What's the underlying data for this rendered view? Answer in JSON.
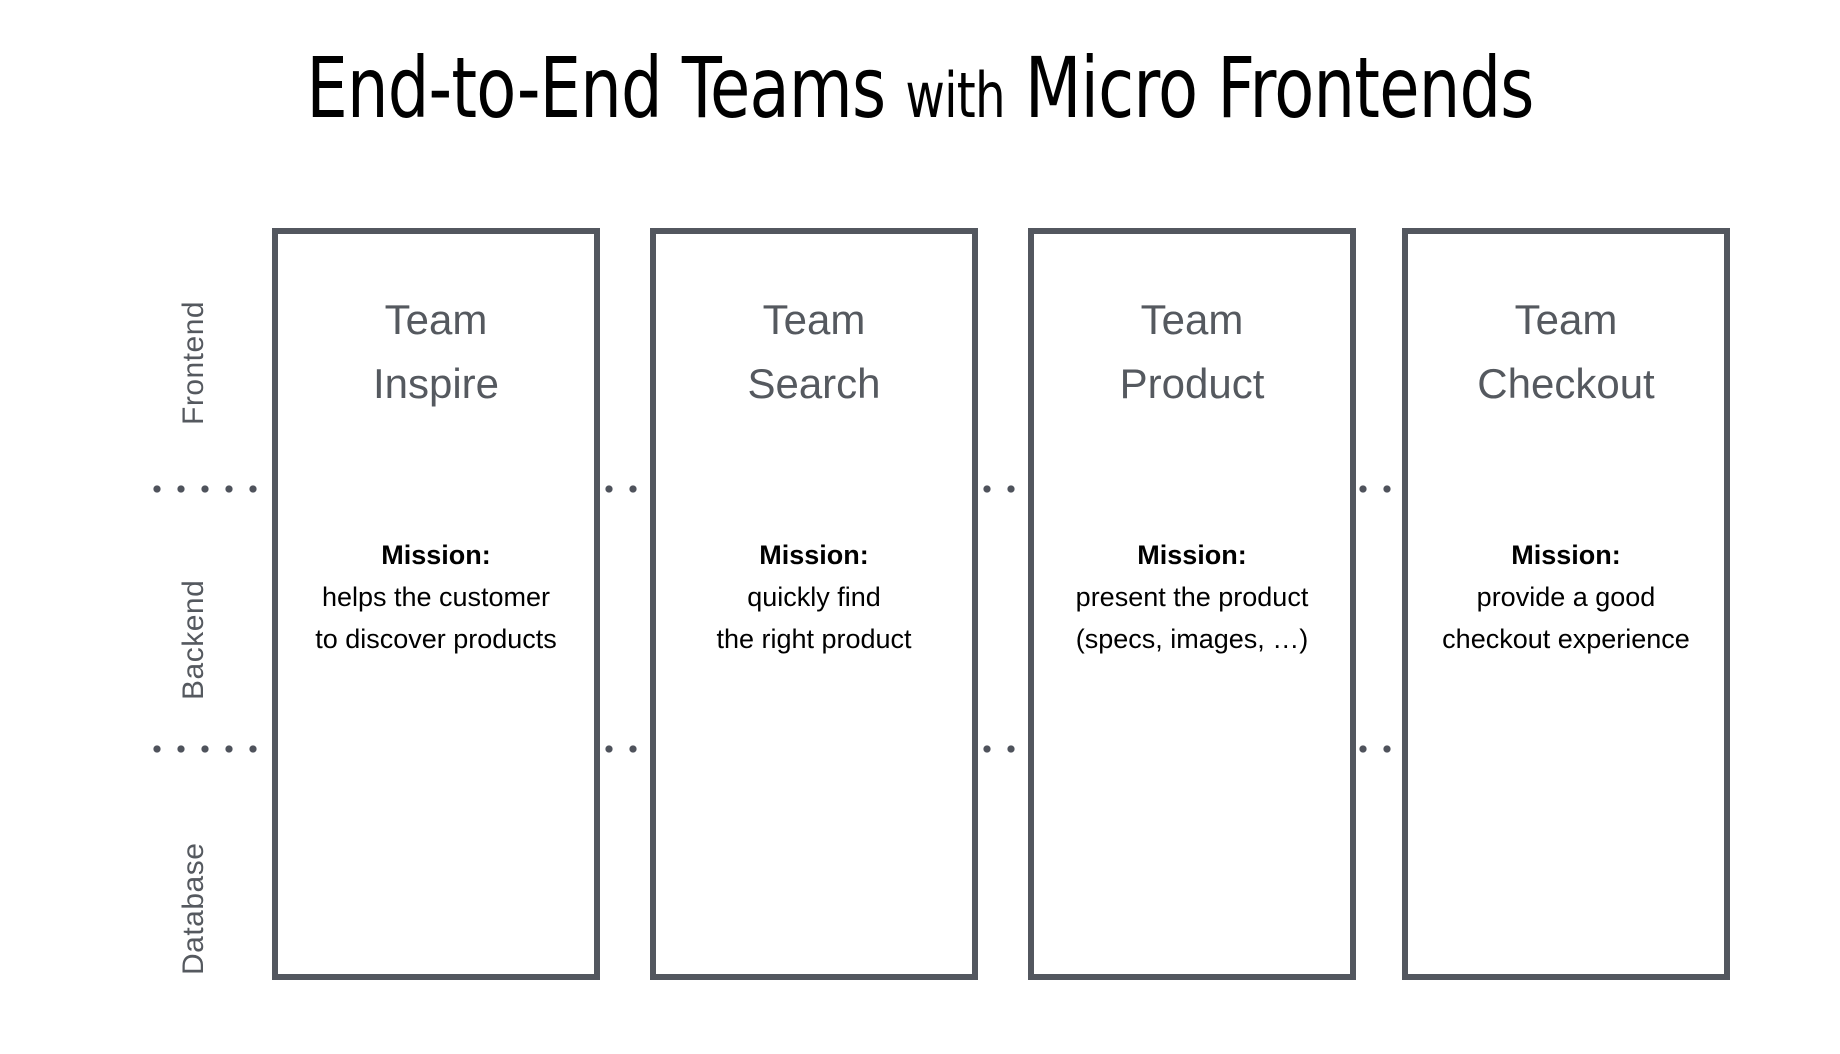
{
  "slide": {
    "background_color": "#ffffff",
    "title": {
      "part1": "End-to-End Teams",
      "part2": "with",
      "part3": "Micro Frontends"
    },
    "colors": {
      "box_border": "#53575f",
      "team_name": "#55595f",
      "layer_label": "#55595f",
      "dot": "#4f535c",
      "mission_text": "#000000",
      "title_text": "#000000"
    }
  },
  "layers": [
    {
      "id": "frontend",
      "label": "Frontend"
    },
    {
      "id": "backend",
      "label": "Backend"
    },
    {
      "id": "database",
      "label": "Database"
    }
  ],
  "teams": [
    {
      "title_line1": "Team",
      "title_line2": "Inspire",
      "mission_heading": "Mission:",
      "mission_line1": "helps the customer",
      "mission_line2": "to discover products"
    },
    {
      "title_line1": "Team",
      "title_line2": "Search",
      "mission_heading": "Mission:",
      "mission_line1": "quickly find",
      "mission_line2": "the right product"
    },
    {
      "title_line1": "Team",
      "title_line2": "Product",
      "mission_heading": "Mission:",
      "mission_line1": "present the product",
      "mission_line2": "(specs, images, …)"
    },
    {
      "title_line1": "Team",
      "title_line2": "Checkout",
      "mission_heading": "Mission:",
      "mission_line1": "provide a good",
      "mission_line2": "checkout experience"
    }
  ]
}
